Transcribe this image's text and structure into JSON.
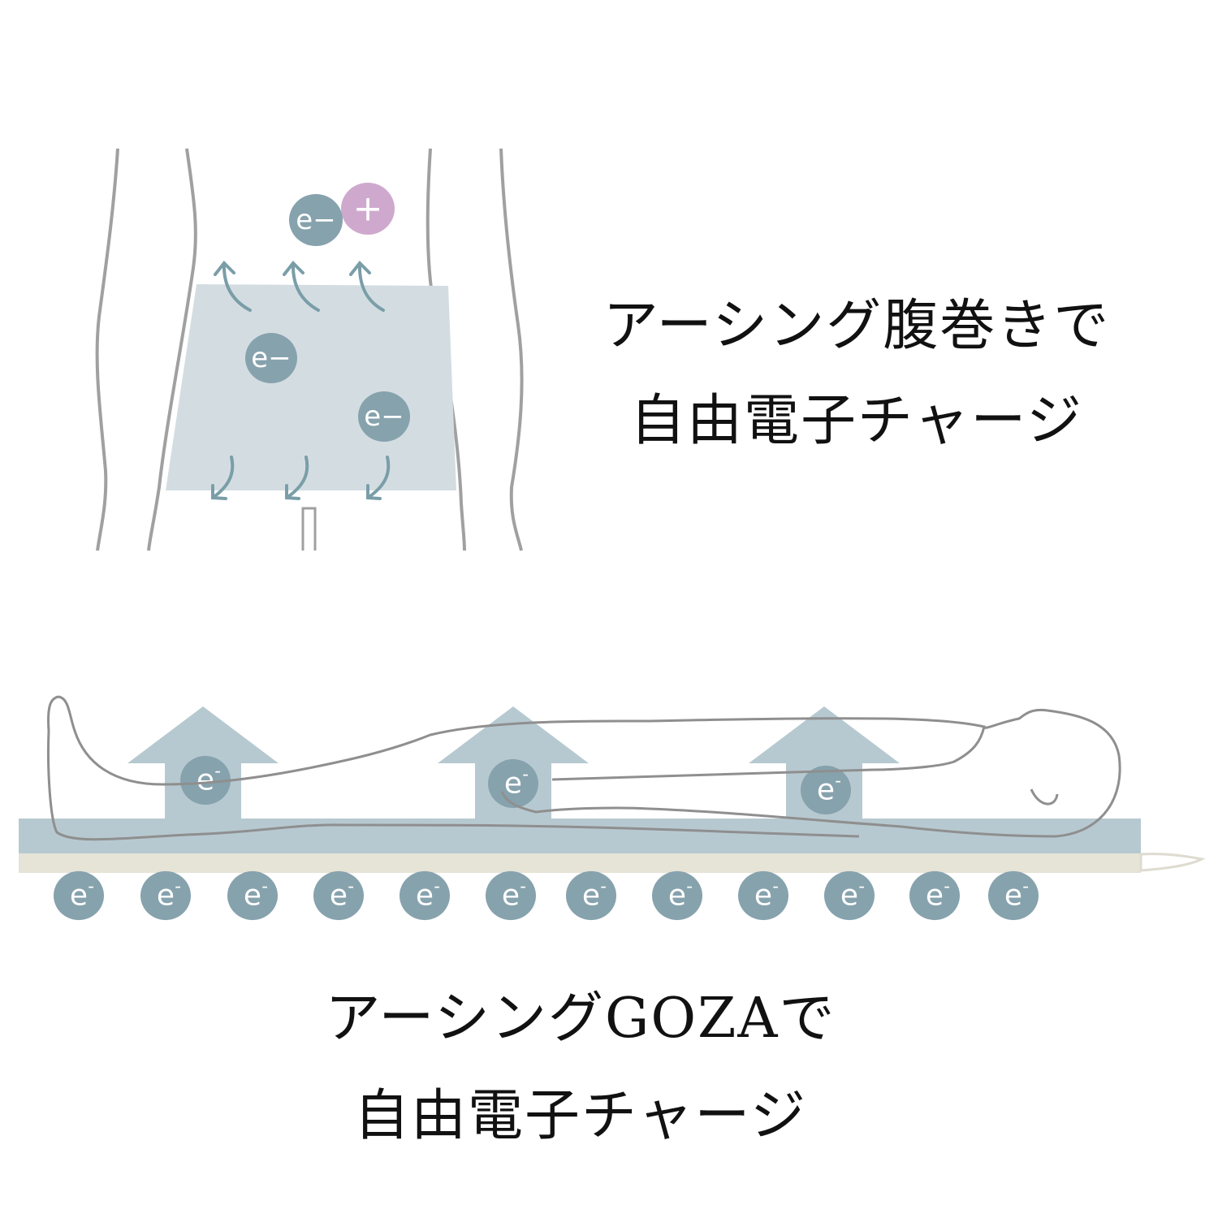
{
  "top_panel": {
    "title_line1": "アーシング腹巻きで",
    "title_line2": "自由電子チャージ",
    "electron_label": "e−",
    "positive_label": "+"
  },
  "bottom_panel": {
    "title_line1": "アーシングGOZAで",
    "title_line2": "自由電子チャージ",
    "electron_label": "e",
    "electron_count": 12
  },
  "colors": {
    "electron": "#86a2ad",
    "positive": "#cfa9cd",
    "band": "#d3dde1",
    "mat": "#b7c9d0",
    "goza": "#e6e3d7",
    "outline": "#9a9a9a",
    "arrow": "#7a9ea8"
  }
}
